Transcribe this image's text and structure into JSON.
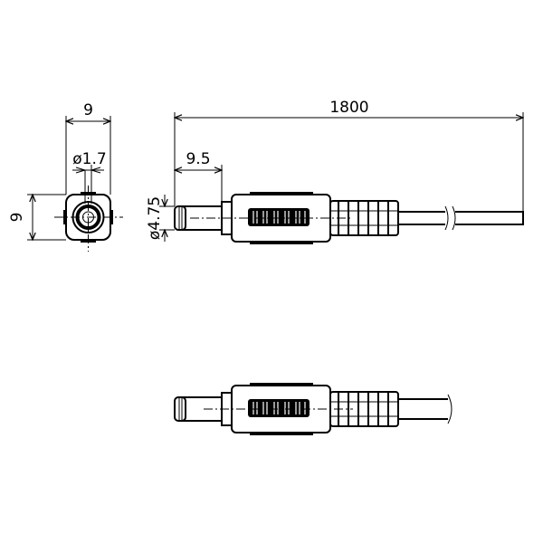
{
  "dimensions": {
    "front_width": "9",
    "front_height": "9",
    "pin_diameter": "ø1.7",
    "cable_length": "1800",
    "plug_length": "9.5",
    "plug_diameter": "ø4.75"
  }
}
